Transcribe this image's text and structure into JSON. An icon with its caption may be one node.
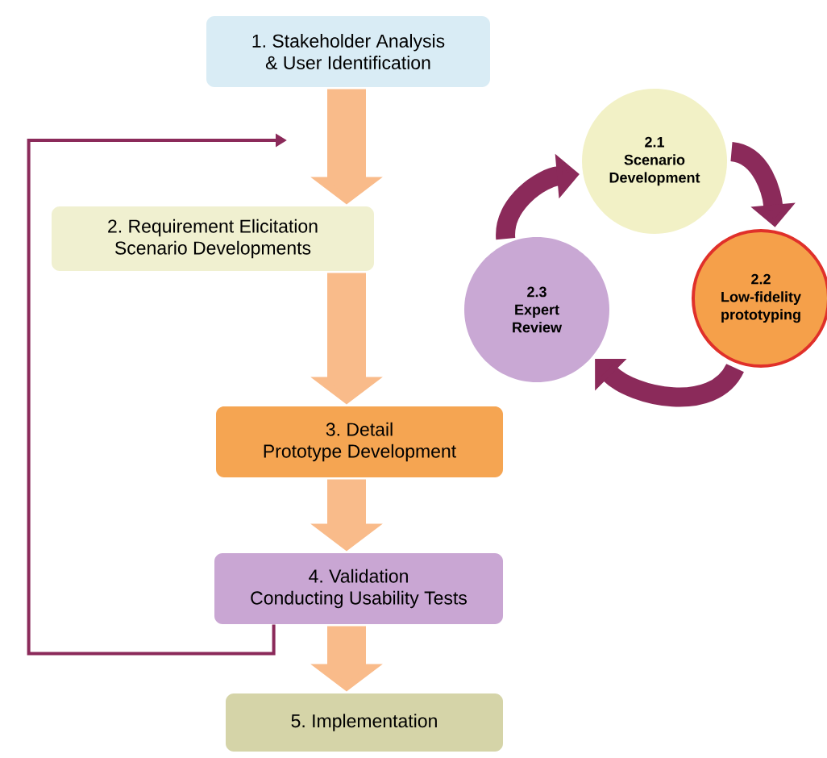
{
  "diagram": {
    "nodes": [
      {
        "text": [
          "1. Stakeholder Analysis & User Identification"
        ]
      },
      {
        "text": [
          "2. Requirement Elicitation Scenario Developments"
        ]
      },
      {
        "text": [
          "3. Detail Prototype Development"
        ]
      },
      {
        "text": [
          "4. Validation Conducting Usability Tests"
        ]
      },
      {
        "text": [
          "5. Implementation"
        ]
      },
      {
        "text": [
          "2.1 Scenario Development"
        ]
      },
      {
        "text": [
          "2.2 Low-fidelity prototyping"
        ]
      },
      {
        "text": [
          "2.3 Expert Review"
        ]
      }
    ],
    "edges": [
      {
        "from": 0,
        "to": 1,
        "arrow": "to",
        "style": "thick"
      },
      {
        "from": 1,
        "to": 2,
        "arrow": "to",
        "style": "thick"
      },
      {
        "from": 2,
        "to": 3,
        "arrow": "to",
        "style": "thick"
      },
      {
        "from": 3,
        "to": 4,
        "arrow": "to",
        "style": "thick"
      },
      {
        "from": 3,
        "to": null,
        "arrow": "to",
        "color": "#8b2a5a"
      },
      {
        "from": 5,
        "to": 6,
        "arrow": "to",
        "color": "#8b2a5a"
      },
      {
        "from": 6,
        "to": 7,
        "arrow": "to",
        "color": "#8b2a5a"
      },
      {
        "from": 7,
        "to": 5,
        "arrow": "to",
        "color": "#8b2a5a"
      }
    ]
  }
}
